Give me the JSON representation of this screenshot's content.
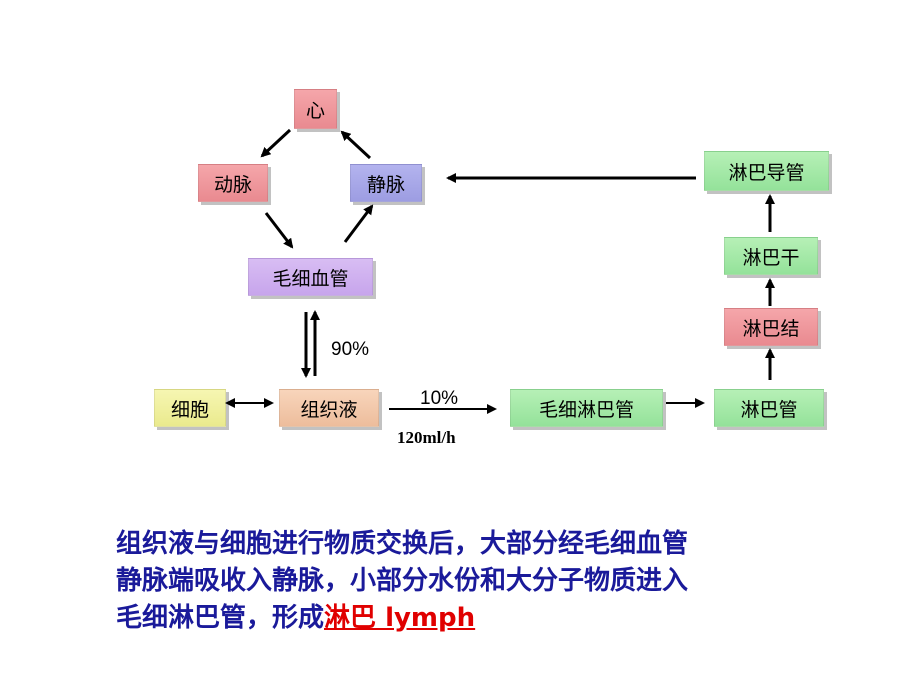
{
  "nodes": {
    "heart": "心",
    "artery": "动脉",
    "vein": "静脉",
    "capillary": "毛细血管",
    "cell": "细胞",
    "tissue_fluid": "组织液",
    "lymph_capillary": "毛细淋巴管",
    "lymph_vessel": "淋巴管",
    "lymph_node": "淋巴结",
    "lymph_trunk": "淋巴干",
    "lymph_duct": "淋巴导管"
  },
  "labels": {
    "pct_90": "90%",
    "pct_10": "10%",
    "rate": "120ml/h"
  },
  "paragraph": {
    "line1": "组织液与细胞进行物质交换后，大部分经毛细血管",
    "line2": "静脉端吸收入静脉，小部分水份和大分子物质进入",
    "line3_prefix": "毛细淋巴管，形成",
    "line3_highlight": "淋巴 lymph"
  },
  "colors": {
    "heart": "#ef9aa0",
    "vein": "#a8a8ea",
    "capillary": "#cfb1f0",
    "lymph": "#a5e9a8",
    "cell": "#f0f0a0",
    "tissue_fluid": "#f3c9aa",
    "paragraph_text": "#1a1a9a",
    "highlight": "#e00000"
  }
}
